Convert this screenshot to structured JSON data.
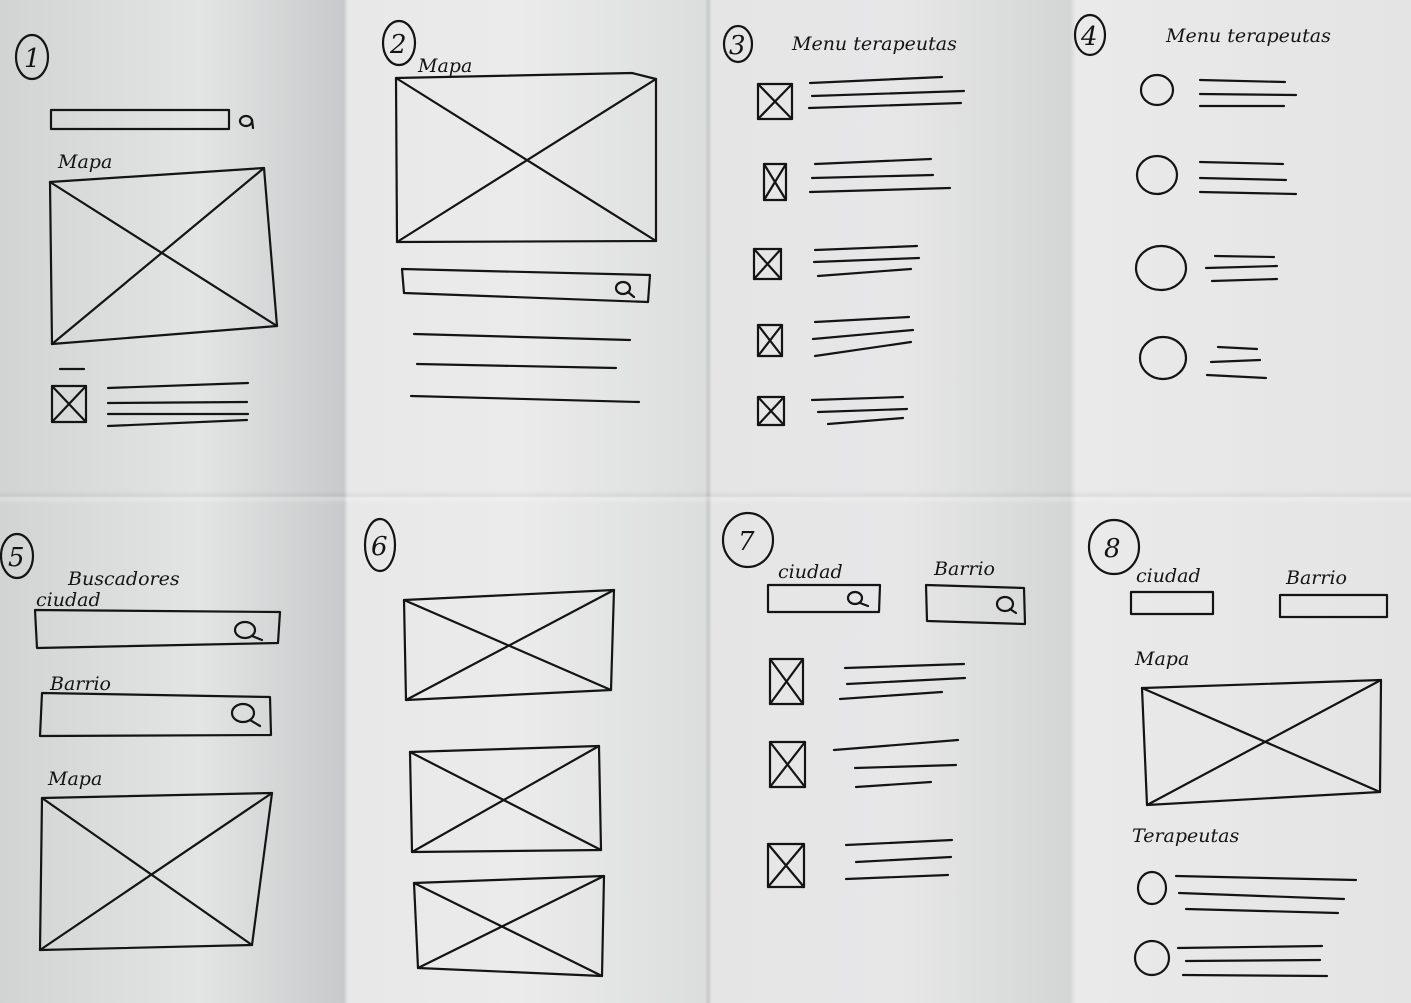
{
  "panels": [
    {
      "number": "1",
      "labels": {
        "map": "Mapa"
      }
    },
    {
      "number": "2",
      "labels": {
        "map": "Mapa"
      }
    },
    {
      "number": "3",
      "labels": {
        "title": "Menu terapeutas"
      }
    },
    {
      "number": "4",
      "labels": {
        "title": "Menu terapeutas"
      }
    },
    {
      "number": "5",
      "labels": {
        "title": "Buscadores",
        "city": "ciudad",
        "neighborhood": "Barrio",
        "map": "Mapa"
      }
    },
    {
      "number": "6",
      "labels": {}
    },
    {
      "number": "7",
      "labels": {
        "city": "ciudad",
        "neighborhood": "Barrio"
      }
    },
    {
      "number": "8",
      "labels": {
        "city": "ciudad",
        "neighborhood": "Barrio",
        "map": "Mapa",
        "therapists": "Terapeutas"
      }
    }
  ],
  "icons": {
    "search": "search-icon",
    "image_placeholder": "image-placeholder-icon",
    "list_lines": "text-lines-icon",
    "radio": "radio-circle-icon"
  },
  "colors": {
    "paper": "#e6e6e6",
    "ink": "#141414"
  }
}
